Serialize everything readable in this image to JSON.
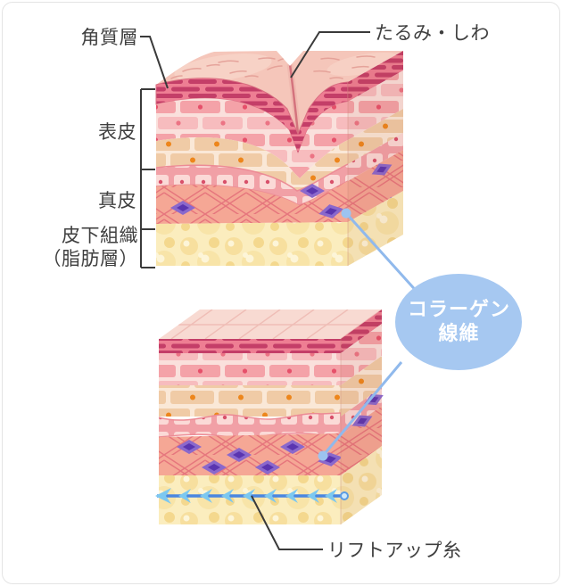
{
  "labels": {
    "stratum_corneum": "角質層",
    "epidermis": "表皮",
    "dermis": "真皮",
    "subcutaneous_1": "皮下組織",
    "subcutaneous_2": "（脂肪層）",
    "sagging_wrinkles": "たるみ・しわ",
    "collagen_1": "コラーゲン",
    "collagen_2": "線維",
    "liftup_thread": "リフトアップ糸"
  },
  "colors": {
    "label_text": "#3f3f3f",
    "leader_line": "#3a3a3a",
    "card_border": "#e4e4e4",
    "bubble_fill": "#a6c8f1",
    "bubble_text": "#ffffff",
    "blue_leader": "#90b9ec",
    "blue_dot": "#9cc3f0",
    "thread_line": "#4a86e0",
    "thread_barb": "#7cc8f0",
    "skin_surface": "#f5c6ba",
    "stratum_stripe": "#c43e68",
    "stratum_bg": "#ee7e93",
    "epidermis_brick_pink": "#f4a2a8",
    "epidermis_brick_tan": "#f0cba6",
    "basal_cell": "#fbdad7",
    "basal_bg": "#f1a0a6",
    "dermis_bg": "#f5a795",
    "dermis_fiber": "#e4707a",
    "fibroblast_purple": "#8a68cc",
    "fat_bg": "#fbedbe",
    "fat_bubble": "#f7df9e"
  }
}
